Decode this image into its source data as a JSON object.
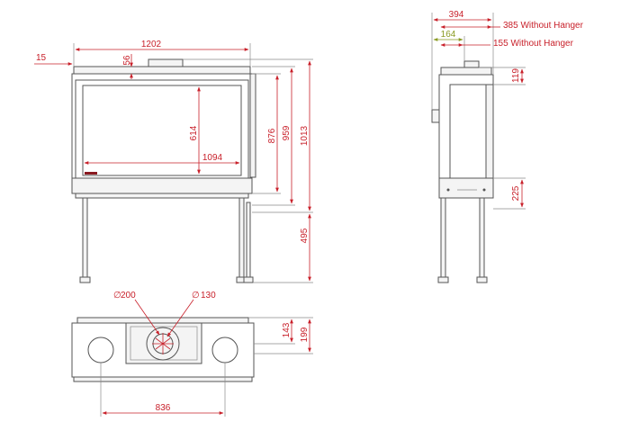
{
  "colors": {
    "dimension": "#c8202a",
    "dimension_secondary": "#8a9a22",
    "outline": "#555555"
  },
  "front_view": {
    "width_total": "1202",
    "flange_offset": "15",
    "flue_offset": "56",
    "glass_height": "614",
    "glass_width": "1094",
    "height_876": "876",
    "height_959": "959",
    "height_1013": "1013",
    "leg_height": "495"
  },
  "side_view": {
    "depth_total": "394",
    "depth_note": "385 Without Hanger",
    "flue_offset": "164",
    "flue_note": "155 Without Hanger",
    "top_height": "119",
    "bottom_height": "225"
  },
  "top_view": {
    "dia_large": "200",
    "dia_small": "130",
    "diameter_symbol": "∅",
    "flue_depth": "143",
    "depth_total": "199",
    "spigot_spacing": "836"
  }
}
